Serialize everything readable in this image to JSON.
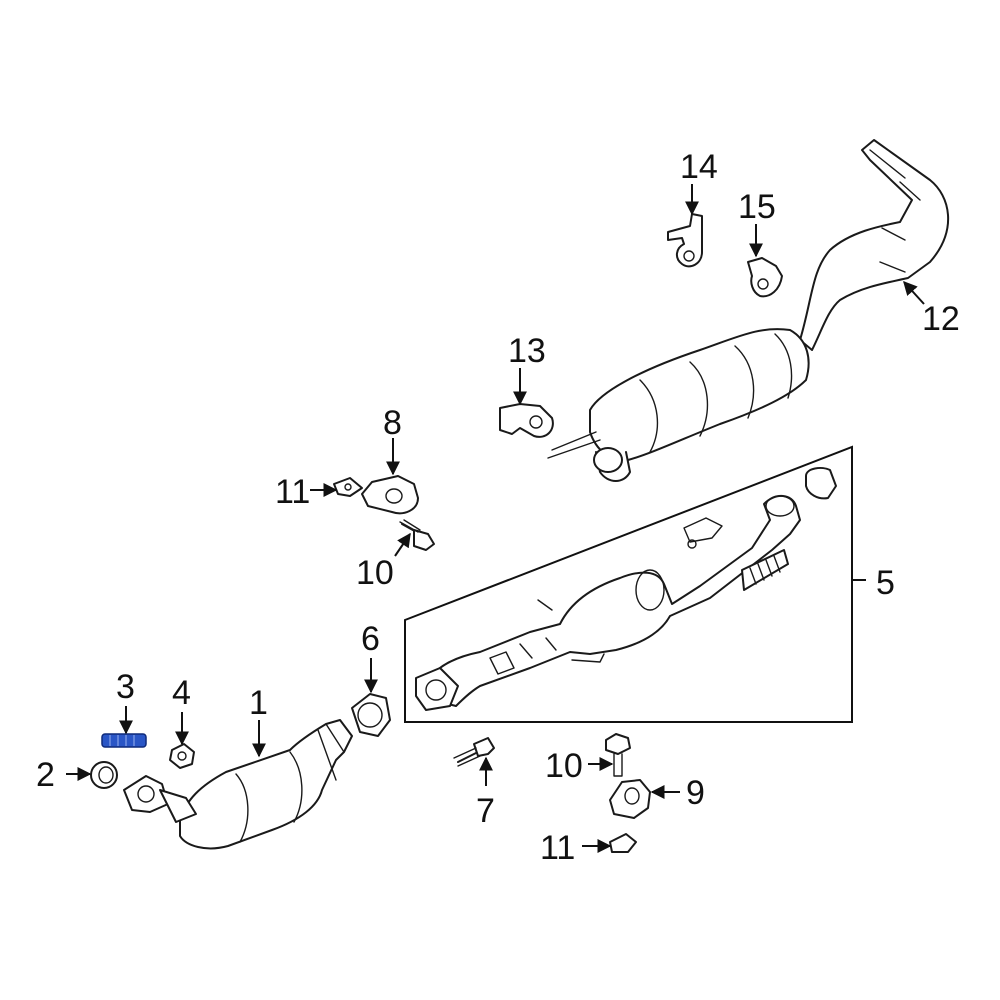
{
  "callouts": {
    "c1": "1",
    "c2": "2",
    "c3": "3",
    "c4": "4",
    "c5": "5",
    "c6": "6",
    "c7": "7",
    "c8": "8",
    "c9": "9",
    "c10a": "10",
    "c10b": "10",
    "c11a": "11",
    "c11b": "11",
    "c12": "12",
    "c13": "13",
    "c14": "14",
    "c15": "15"
  },
  "colors": {
    "line": "#1a1a1a",
    "highlight": "#2a56c6",
    "background": "#ffffff"
  },
  "highlighted_part": "3"
}
